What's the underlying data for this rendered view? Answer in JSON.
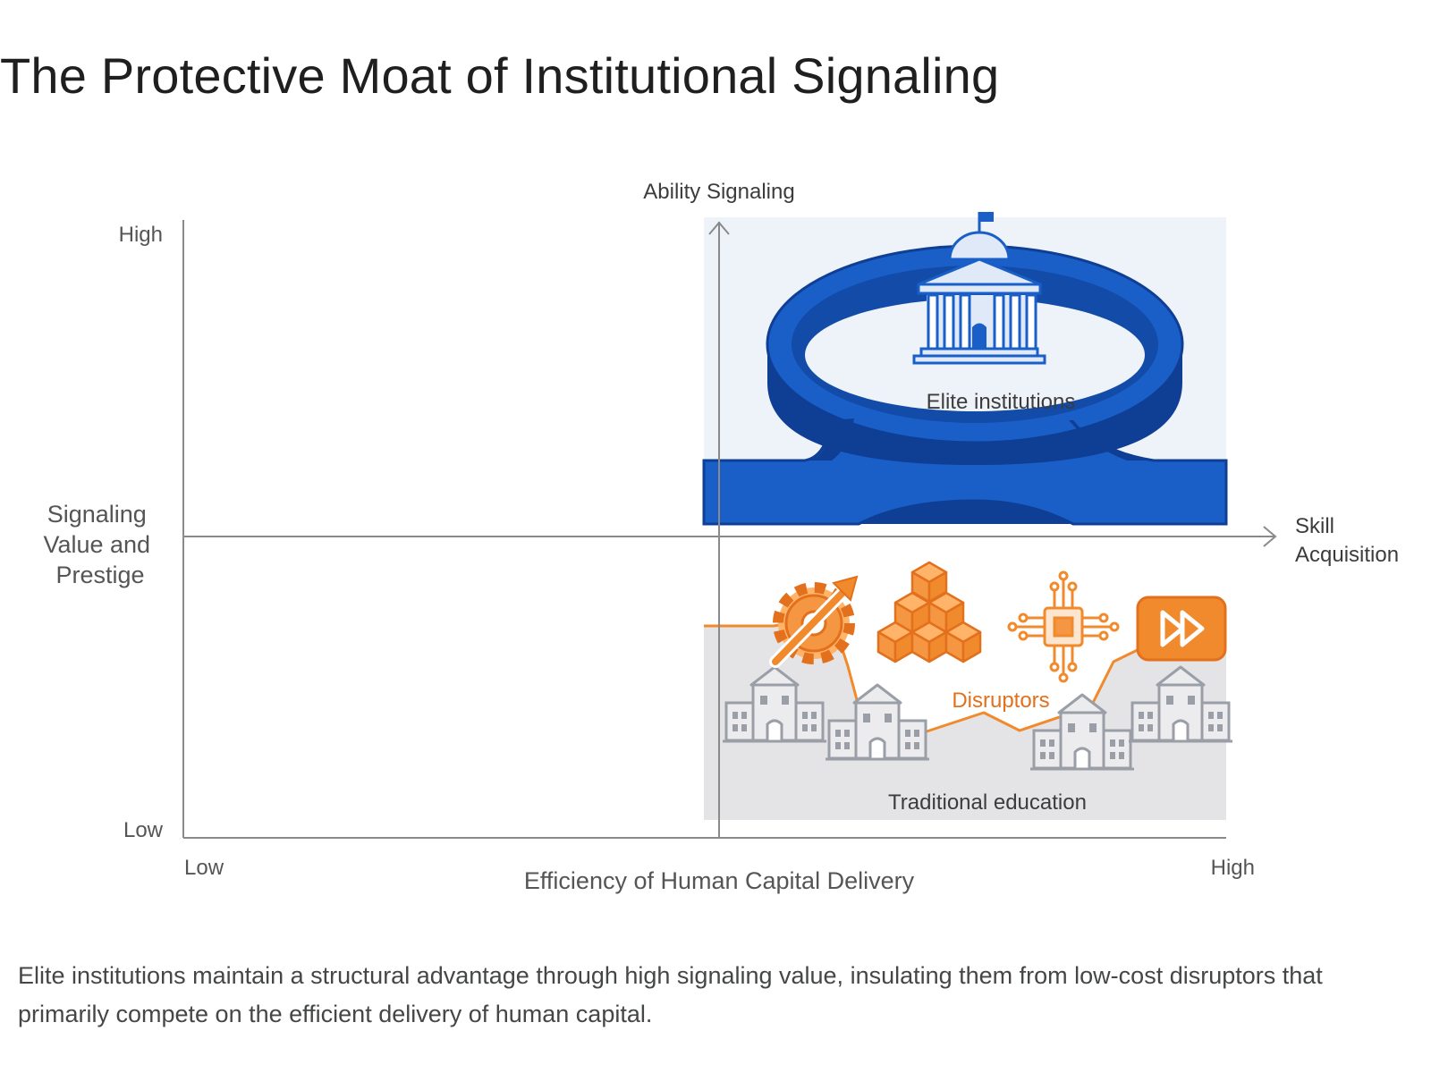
{
  "title": "The Protective Moat of Institutional Signaling",
  "diagram": {
    "y_axis": {
      "label": [
        "Signaling",
        "Value and",
        "Prestige"
      ],
      "high": "High",
      "low": "Low"
    },
    "x_axis": {
      "label": "Efficiency of Human Capital Delivery",
      "low": "Low",
      "high": "High"
    },
    "vertical_divider_label": "Ability Signaling",
    "horizontal_divider_label": [
      "Skill",
      "Acquisition"
    ],
    "regions": {
      "elite": "Elite institutions",
      "disruptors": "Disruptors",
      "traditional": "Traditional education"
    },
    "colors": {
      "moat_blue": "#1a5fc8",
      "moat_dark": "#0f3f95",
      "elite_bg": "#eef2f9",
      "disruptor_orange": "#f08a2c",
      "traditional_bg": "#e4e4e6",
      "building_gray": "#9a9ea6",
      "axis_gray": "#8a8a8a",
      "label_gray": "#555555"
    },
    "icons": [
      "domed-university-icon",
      "gear-growth-arrow-icon",
      "stacked-cubes-icon",
      "circuit-chip-icon",
      "fast-forward-icon",
      "school-building-icon"
    ]
  },
  "caption": "Elite institutions maintain a structural advantage through high signaling value, insulating them from low-cost disruptors that primarily compete on the efficient delivery of human capital."
}
